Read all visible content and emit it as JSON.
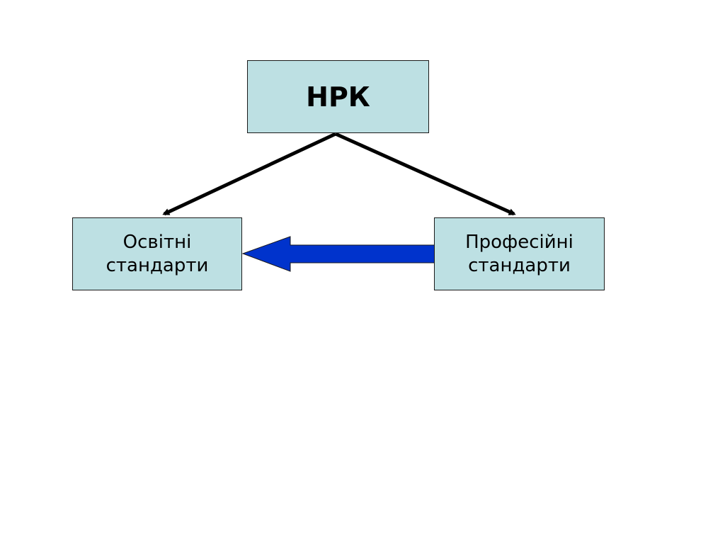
{
  "diagram": {
    "top_node": {
      "label": "НРК"
    },
    "left_node": {
      "line1": "Освітні",
      "line2": "стандарти"
    },
    "right_node": {
      "line1": "Професійні",
      "line2": "стандарти"
    }
  },
  "colors": {
    "box_fill": "#bde0e3",
    "box_border": "#1a1a1a",
    "connector": "#000000",
    "block_arrow": "#0033cc"
  }
}
